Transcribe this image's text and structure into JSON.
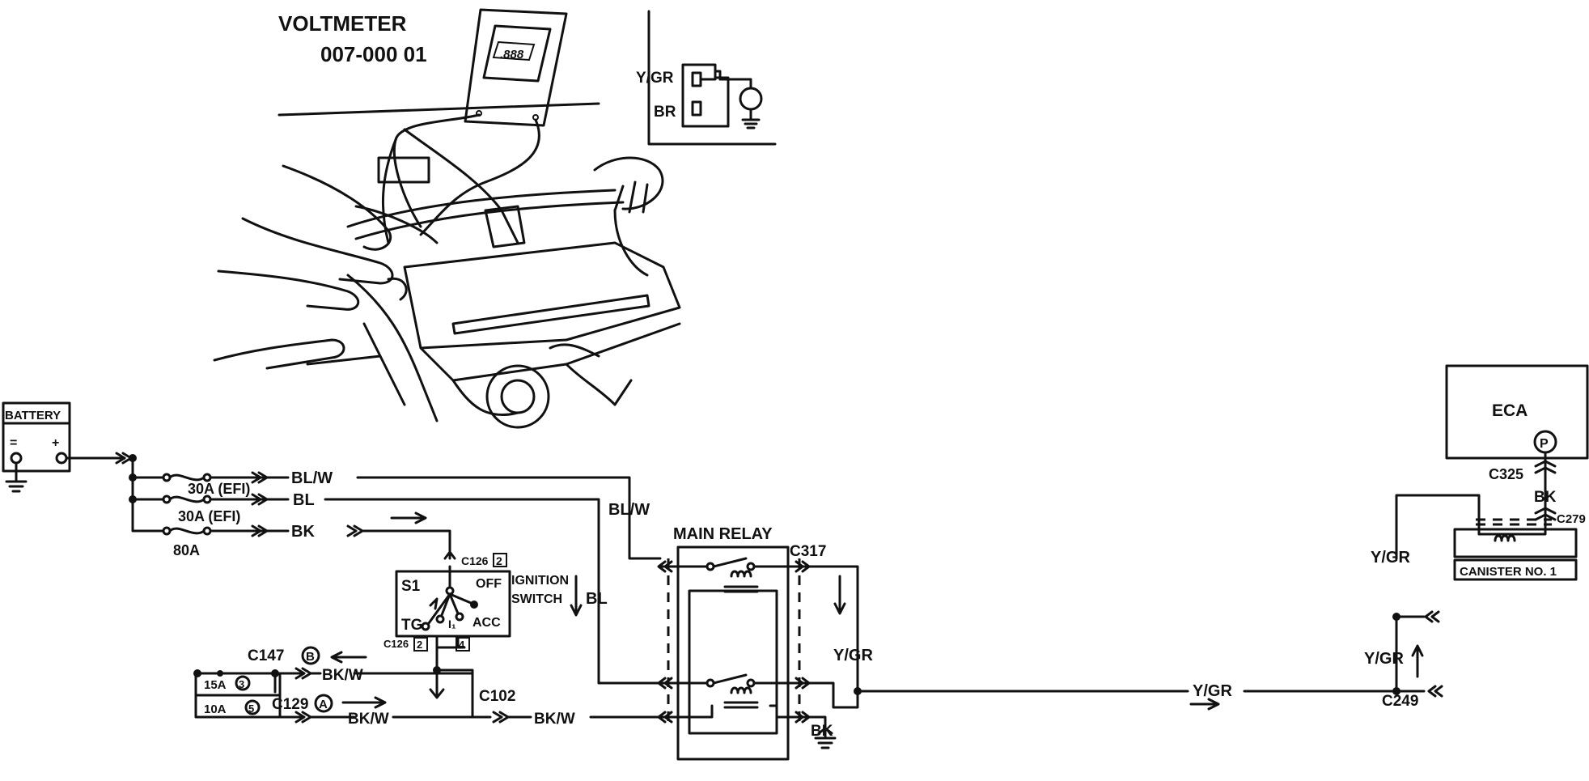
{
  "diagram": {
    "voltmeter": {
      "title": "VOLTMETER",
      "part_number": "007-000 01"
    },
    "connector_detail": {
      "pin1": "Y/GR",
      "pin2": "BR"
    },
    "battery": {
      "label": "BATTERY",
      "neg": "=",
      "pos": "+"
    },
    "fuses": {
      "efi1": "30A (EFI)",
      "efi2": "30A (EFI)",
      "main": "80A",
      "f15": "15A",
      "f15_pin": "3",
      "f10": "10A",
      "f10_pin": "5"
    },
    "wires": {
      "blw": "BL/W",
      "bl": "BL",
      "bk": "BK",
      "blw_relay": "BL/W",
      "bl_vertical": "BL",
      "bkw_upper": "BK/W",
      "bkw_lower": "BK/W",
      "bkw_relay": "BK/W",
      "ygr_relay": "Y/GR",
      "ygr_main": "Y/GR",
      "ygr_upper": "Y/GR",
      "ygr_lower": "Y/GR",
      "bk_ground": "BK",
      "bk_eca": "BK"
    },
    "ignition": {
      "c126_top": "C126",
      "c126_top_pin": "2",
      "s1": "S1",
      "off": "OFF",
      "tg": "TG",
      "i1": "I₁",
      "acc": "ACC",
      "label_line1": "IGNITION",
      "label_line2": "SWITCH",
      "c126_bottom": "C126",
      "c126_bottom_pin": "2",
      "pin4": "4"
    },
    "connectors": {
      "c147": "C147",
      "c147_ref": "B",
      "c129": "C129",
      "c129_ref": "A",
      "c102": "C102",
      "c317": "C317",
      "c249": "C249",
      "c325": "C325",
      "c279": "C279"
    },
    "main_relay": {
      "label": "MAIN RELAY"
    },
    "eca": {
      "label": "ECA",
      "pin": "P"
    },
    "canister": {
      "label": "CANISTER NO. 1"
    }
  }
}
